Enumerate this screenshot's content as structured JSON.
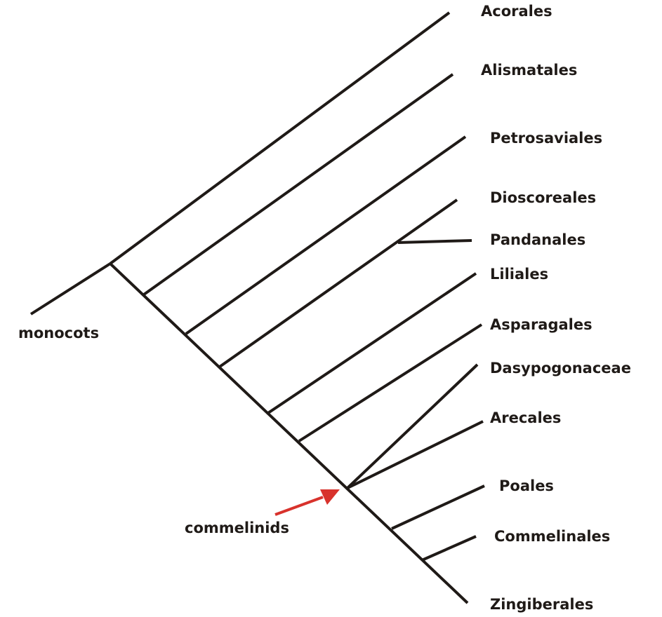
{
  "diagram": {
    "colors": {
      "branch": "#1f1a17",
      "arrow": "#d8322c",
      "background": "#ffffff"
    },
    "taxa": [
      "Acorales",
      "Alismatales",
      "Petrosaviales",
      "Dioscoreales",
      "Pandanales",
      "Liliales",
      "Asparagales",
      "Dasypogonaceae",
      "Arecales",
      "Poales",
      "Commelinales",
      "Zingiberales"
    ],
    "clade_labels": {
      "monocots": "monocots",
      "commelinids": "commelinids"
    }
  }
}
